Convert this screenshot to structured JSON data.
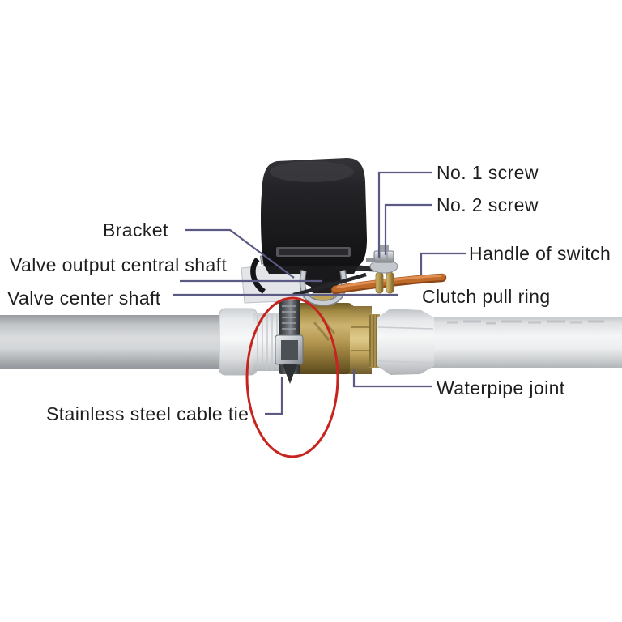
{
  "diagram": {
    "type": "labeled-product-diagram",
    "labels": {
      "no1_screw": "No. 1 screw",
      "no2_screw": "No. 2 screw",
      "handle_of_switch": "Handle of switch",
      "bracket": "Bracket",
      "valve_output_central_shaft": "Valve output central shaft",
      "valve_center_shaft": "Valve center shaft",
      "clutch_pull_ring": "Clutch pull ring",
      "waterpipe_joint": "Waterpipe joint",
      "stainless_steel_cable_tie": "Stainless steel cable tie"
    },
    "colors": {
      "leader_line": "#5a5a82",
      "label_text": "#1e1e1e",
      "highlight_ellipse": "#c8241f",
      "brass_valve": "#b89c55",
      "handle_orange": "#c06a2a",
      "actuator_black": "#1a1a1d",
      "pipe_gray": "#cfd3d6",
      "pipe_white": "#f2f3f4"
    }
  }
}
